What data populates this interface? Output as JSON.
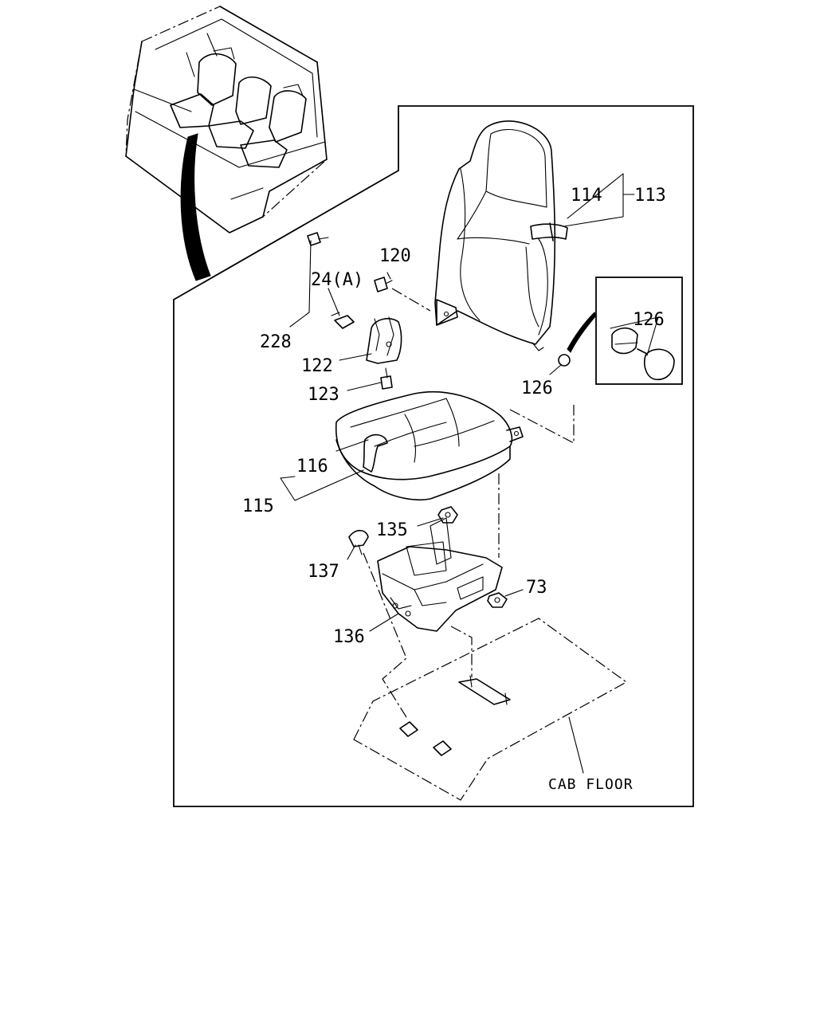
{
  "labels": {
    "p113": "113",
    "p114": "114",
    "p120": "120",
    "p24": "24(A)",
    "p228": "228",
    "p122": "122",
    "p123": "123",
    "p126a": "126",
    "p126b": "126",
    "p116": "116",
    "p115": "115",
    "p135": "135",
    "p137": "137",
    "p73": "73",
    "p136": "136",
    "floor": "CAB FLOOR"
  }
}
